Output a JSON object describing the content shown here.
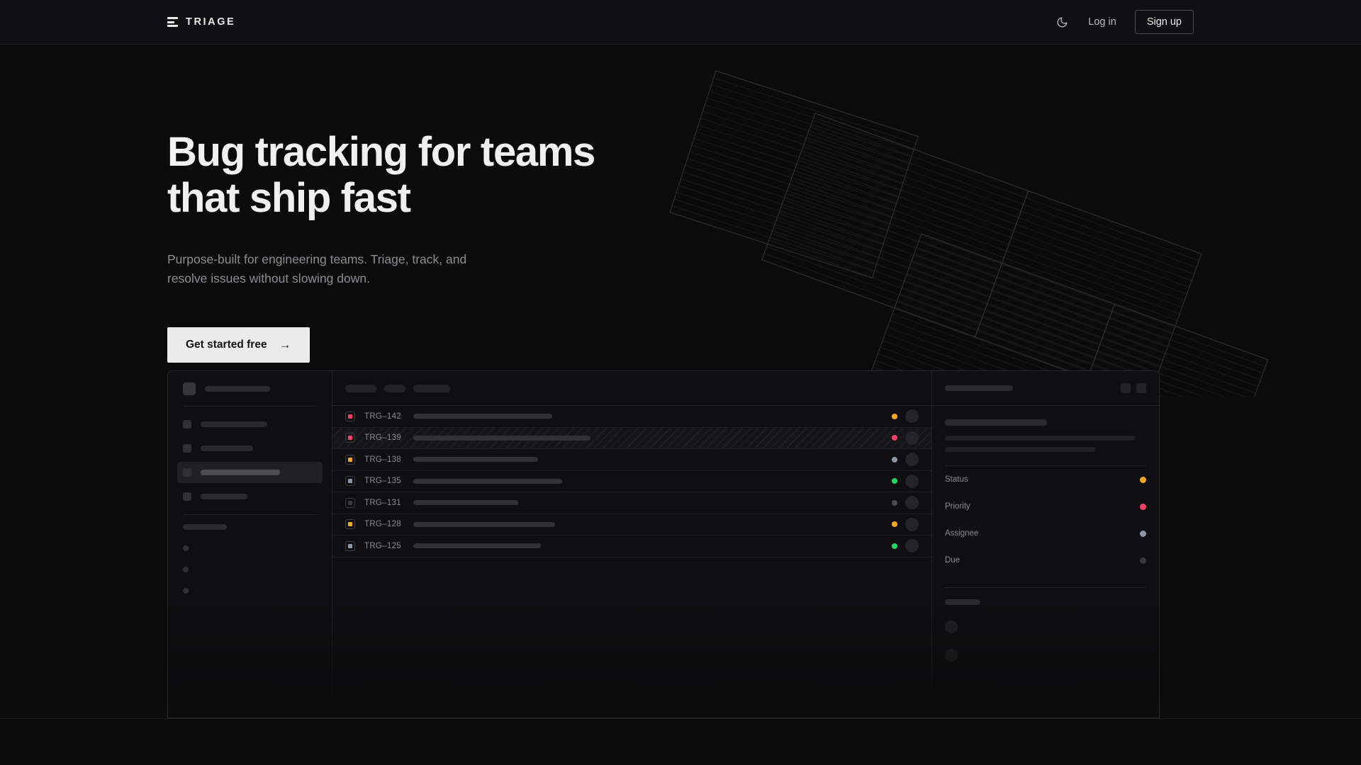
{
  "nav": {
    "brand": "TRIAGE",
    "theme_toggle_icon": "moon-icon",
    "login_label": "Log in",
    "signup_label": "Sign up"
  },
  "hero": {
    "heading_line1": "Bug tracking for teams",
    "heading_line2": "that ship fast",
    "subheading_line1": "Purpose-built for engineering teams. Triage, track, and",
    "subheading_line2": "resolve issues without slowing down.",
    "cta_label": "Get started free",
    "cta_arrow": "→"
  },
  "colors": {
    "page_bg": "#0b0b0c",
    "nav_bg": "#101012",
    "panel_bg": "#0f0f11",
    "border": "#2a2a2e",
    "text_primary": "#f0f0f1",
    "text_muted": "#8e8e93",
    "cta_bg": "#ebebec",
    "status_orange": "#f5a623",
    "status_pink": "#f43f68",
    "status_green": "#1fd65f",
    "status_slate": "#8b97a8",
    "status_gray": "#3a3a3f"
  },
  "mockup": {
    "sidebar": {
      "logo_skeleton_width": 92,
      "nav_items": [
        {
          "name": "nav-item-1",
          "width": 94,
          "active": false
        },
        {
          "name": "nav-item-2",
          "width": 74,
          "active": false
        },
        {
          "name": "nav-item-3",
          "width": 112,
          "active": true
        },
        {
          "name": "nav-item-4",
          "width": 66,
          "active": false
        }
      ],
      "section_label_width": 62,
      "sub_dots": 3
    },
    "list": {
      "filter_chips": [
        44,
        30,
        52
      ],
      "rows": [
        {
          "id": "TRG–142",
          "priority_color": "#f43f68",
          "title_width": 196,
          "status_color": "#f5a623",
          "hatched": false
        },
        {
          "id": "TRG–139",
          "priority_color": "#f43f68",
          "title_width": 250,
          "status_color": "#f43f68",
          "hatched": true
        },
        {
          "id": "TRG–138",
          "priority_color": "#f5a623",
          "title_width": 176,
          "status_color": "#8b97a8",
          "hatched": false
        },
        {
          "id": "TRG–135",
          "priority_color": "#8b97a8",
          "title_width": 210,
          "status_color": "#1fd65f",
          "hatched": false
        },
        {
          "id": "TRG–131",
          "priority_color": "#3a3a3f",
          "title_width": 148,
          "status_color": "#4a4a50",
          "hatched": false
        },
        {
          "id": "TRG–128",
          "priority_color": "#f5a623",
          "title_width": 200,
          "status_color": "#f5a623",
          "hatched": false
        },
        {
          "id": "TRG–125",
          "priority_color": "#8b97a8",
          "title_width": 180,
          "status_color": "#1fd65f",
          "hatched": false
        }
      ]
    },
    "detail": {
      "header_skeleton_width": 96,
      "header_buttons": 2,
      "title_skeleton_width": 144,
      "desc_line_widths": [
        268,
        212
      ],
      "properties": [
        {
          "label": "Status",
          "value_color": "#f5a623"
        },
        {
          "label": "Priority",
          "value_color": "#f43f68"
        },
        {
          "label": "Assignee",
          "value_color": "#8b97a8"
        },
        {
          "label": "Due",
          "value_color": "#3a3a3f"
        }
      ],
      "activity_label_width": 50,
      "activity_avatars": 2
    }
  }
}
